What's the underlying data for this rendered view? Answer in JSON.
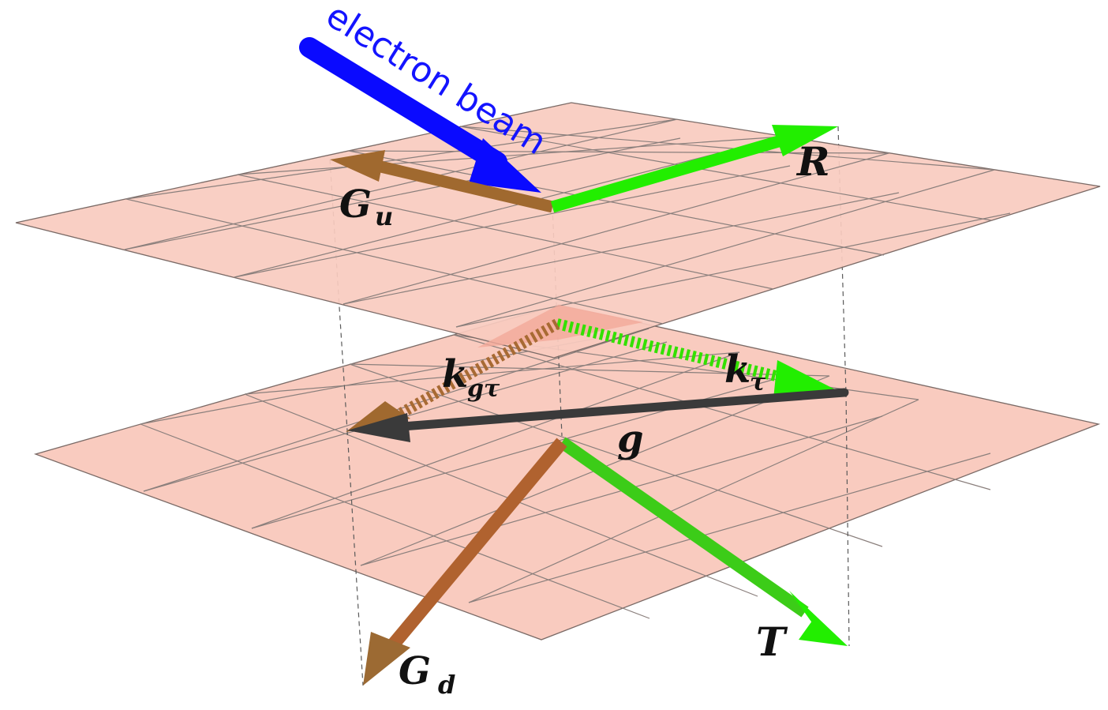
{
  "diagram": {
    "beam_label": "electron beam",
    "vectors": {
      "R": {
        "name": "R",
        "sub": "",
        "color": "#22ee00"
      },
      "Gu": {
        "name": "G",
        "sub": "u",
        "color": "#a0692f"
      },
      "Gd": {
        "name": "G",
        "sub": "d",
        "color": "#a0692f"
      },
      "T": {
        "name": "T",
        "sub": "",
        "color": "#22ee00"
      },
      "g": {
        "name": "g",
        "sub": "",
        "color": "#333333"
      },
      "kt": {
        "name": "k",
        "sub": "τ",
        "color": "#22ee00"
      },
      "kgt": {
        "name": "k",
        "sub": "gτ",
        "color": "#a0692f"
      }
    },
    "colors": {
      "beam": "#0a0aff",
      "plane": "#f9cbbf",
      "green": "#22ee00",
      "brown": "#a0692f",
      "g_vector": "#333333"
    }
  }
}
